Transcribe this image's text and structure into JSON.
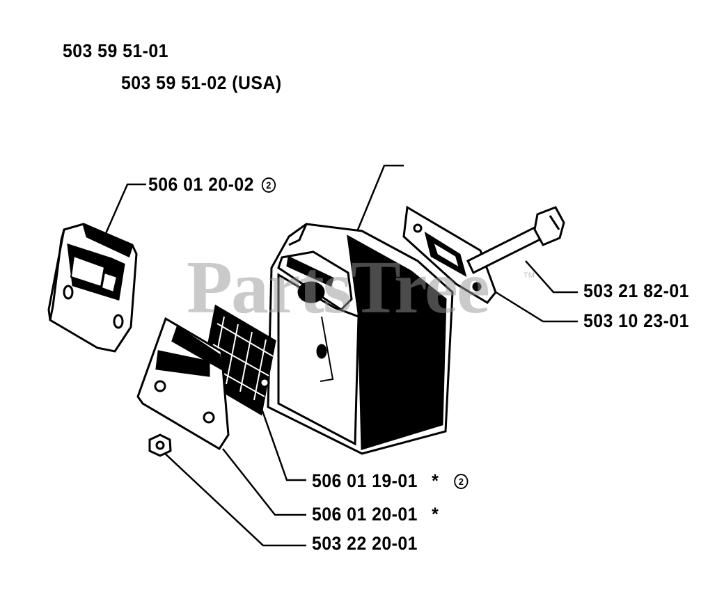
{
  "assembly_numbers": {
    "primary": "503 59 51-01",
    "usa": "503 59 51-02 (USA)"
  },
  "part_labels": [
    {
      "id": "p1",
      "number": "506 01 20-02",
      "note": "2",
      "star": ""
    },
    {
      "id": "p2",
      "number": "503 21 82-01",
      "note": "",
      "star": ""
    },
    {
      "id": "p3",
      "number": "503 10 23-01",
      "note": "",
      "star": ""
    },
    {
      "id": "p4",
      "number": "506 01 19-01",
      "note": "2",
      "star": "*"
    },
    {
      "id": "p5",
      "number": "506 01 20-01",
      "note": "",
      "star": "*"
    },
    {
      "id": "p6",
      "number": "503 22 20-01",
      "note": "",
      "star": ""
    }
  ],
  "watermark": {
    "text": "PartsTree",
    "tm": "TM"
  },
  "colors": {
    "ink": "#000000",
    "watermark": "#969696"
  }
}
